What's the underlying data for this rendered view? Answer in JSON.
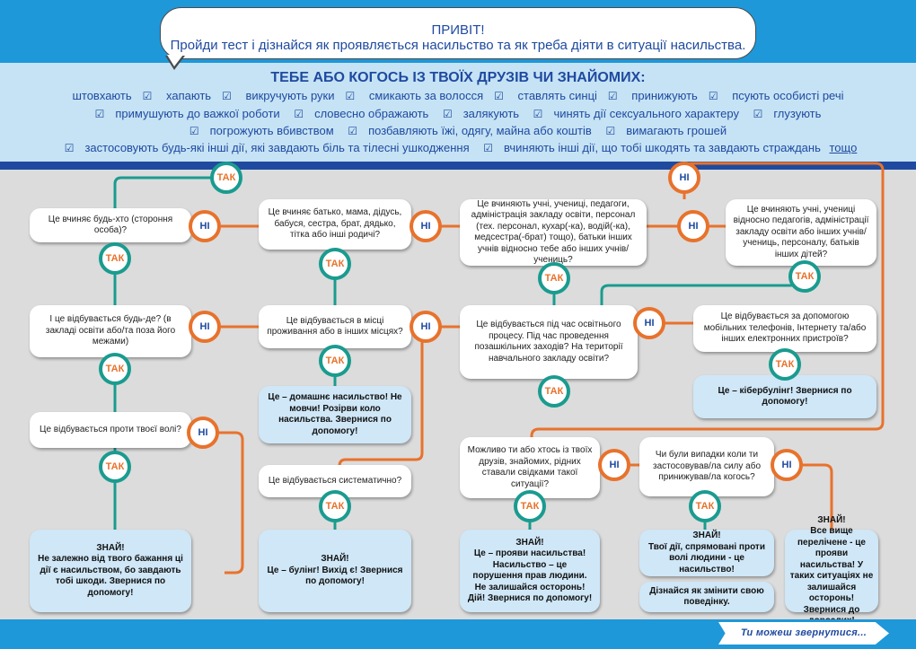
{
  "colors": {
    "teal": "#1a9b8f",
    "orange": "#e8722c",
    "navy": "#1f4aa0",
    "sky": "#1e98d9"
  },
  "intro": {
    "greeting": "ПРИВІТ!",
    "subtitle": "Пройди тест і дізнайся як проявляється насильство та як треба діяти в ситуації насильства.",
    "heading": "ТЕБЕ АБО КОГОСЬ ІЗ ТВОЇХ ДРУЗІВ ЧИ ЗНАЙОМИХ:",
    "lines": [
      [
        "штовхають",
        "хапають",
        "викручують руки",
        "смикають за волосся",
        "ставлять синці",
        "принижують",
        "псують особисті речі"
      ],
      [
        "примушують до важкої роботи",
        "словесно ображають",
        "залякують",
        "чинять дії сексуального характеру",
        "глузують"
      ],
      [
        "погрожують вбивством",
        "позбавляють їжі, одягу, майна або коштів",
        "вимагають грошей"
      ],
      [
        "застосовують будь-які інші дії, які завдають біль та тілесні ушкодження",
        "вчиняють інші дії, що тобі шкодять та завдають страждань"
      ]
    ],
    "last_link": "тощо",
    "check_icon": "checkbox-icon"
  },
  "answers": {
    "yes": "ТАК",
    "no": "НІ"
  },
  "questions": {
    "q_anyone": "Це вчиняє будь-хто (стороння особа)?",
    "q_anywhere": "І це відбувається будь-де? (в закладі освіти або/та поза його межами)",
    "q_against_will": "Це відбувається проти твоєї волі?",
    "q_family": "Це вчиняє батько, мама, дідусь, бабуся, сестра, брат, дядько, тітка або інші родичі?",
    "q_residence": "Це відбувається в місці проживання або в інших місцях?",
    "q_systematic": "Це відбувається систематично?",
    "q_school_people": "Це вчиняють учні, учениці, педагоги, адміністрація закладу освіти, персонал (тех. персонал, кухар(-ка), водій(-ка), медсестра(-брат) тощо), батьки інших учнів відносно тебе або інших учнів/учениць?",
    "q_edu_process": "Це відбувається під час освітнього процесу. Під час проведення позашкільних заходів? На території навчального закладу освіти?",
    "q_students_vs": "Це вчиняють учні, учениці відносно педагогів, адміністрації закладу освіти або інших учнів/учениць, персоналу, батьків інших дітей?",
    "q_devices": "Це відбувається за допомогою мобільних телефонів, Інтернету та/або інших електронних пристроїв?",
    "q_witness": "Можливо ти або хтось із твоїх друзів, знайомих, рідних ставали свідками такої ситуації?",
    "q_you_did": "Чи були випадки коли ти застосовував/ла силу або принижував/ла когось?"
  },
  "outcomes": {
    "domestic": "Це – домашнє насильство! Не мовчи! Розірви коло насильства. Звернися по допомогу!",
    "cyber": "Це – кібербулінг! Звернися по допомогу!",
    "know_violence_title": "ЗНАЙ!",
    "know_violence": "Не залежно від твого бажання ці дії є насильством, бо завдають тобі шкоди. Звернися по допомогу!",
    "bullying_title": "ЗНАЙ!",
    "bullying": "Це – булінг! Вихід є! Звернися по допомогу!",
    "witness_title": "ЗНАЙ!",
    "witness": "Це – прояви насильства! Насильство – це порушення прав людини. Не залишайся осторонь! Дій! Звернися по допомогу!",
    "your_actions_title": "ЗНАЙ!",
    "your_actions": "Твої дії, спрямовані проти волі людини - це насильство!",
    "change": "Дізнайся як змінити свою поведінку.",
    "all_above_title": "ЗНАЙ!",
    "all_above": "Все вище перелічене - це прояви насильства! У таких ситуаціях не залишайся осторонь! Звернися до дорослих!"
  },
  "footer_button": "Ти можеш звернутися..."
}
